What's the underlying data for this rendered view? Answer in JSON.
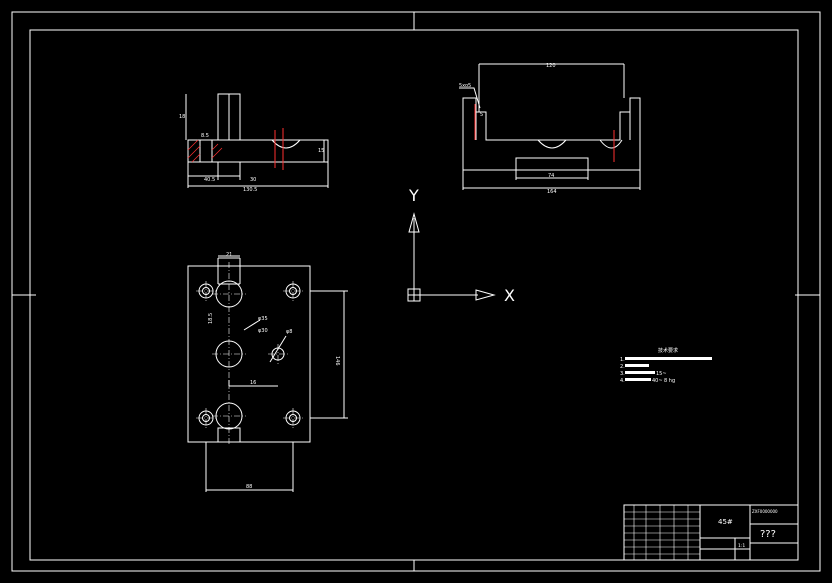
{
  "drawing": {
    "front_view": {
      "dims": [
        "18",
        "8.5",
        "15",
        "40.5",
        "30",
        "130.5"
      ]
    },
    "side_view": {
      "dims": [
        "5xo5",
        "5",
        "120",
        "74",
        "164"
      ]
    },
    "top_view": {
      "dims": [
        "21",
        "φ35",
        "φ30",
        "φ8",
        "18.5",
        "16",
        "146",
        "88"
      ]
    },
    "axes": {
      "y_label": "Y",
      "x_label": "X"
    },
    "tech_requirements": {
      "title": "技术要求",
      "items": [
        "1.",
        "2.",
        "3.",
        "4."
      ],
      "fragments": [
        "15~",
        "40~",
        "8 hg"
      ]
    },
    "title_block": {
      "material": "45#",
      "name": "???",
      "code": "ZXF0000000",
      "scale": "1:1"
    }
  },
  "colors": {
    "background": "#000000",
    "line": "#ffffff",
    "accent": "#ff2020",
    "hatch": "#ff4040"
  }
}
